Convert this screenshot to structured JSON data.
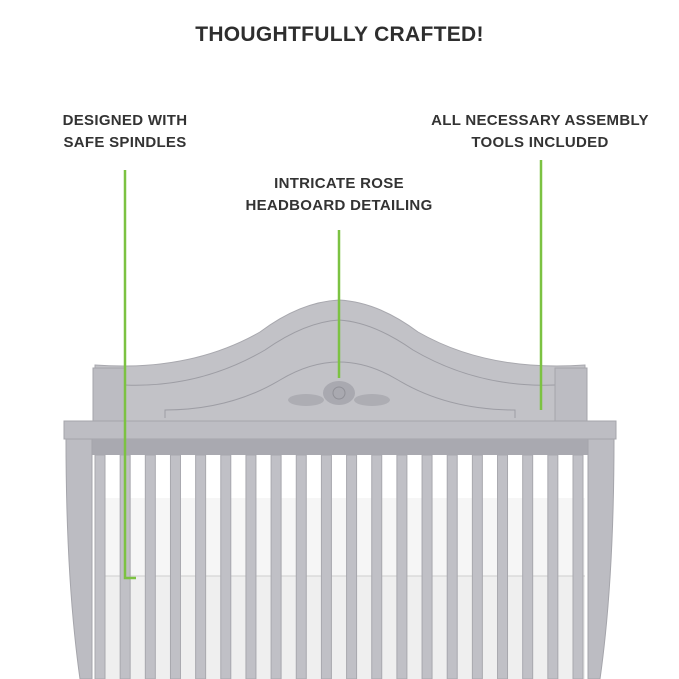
{
  "title": "THOUGHTFULLY CRAFTED!",
  "callouts": [
    {
      "line1": "DESIGNED WITH",
      "line2": "SAFE SPINDLES"
    },
    {
      "line1": "INTRICATE ROSE",
      "line2": "HEADBOARD DETAILING"
    },
    {
      "line1": "ALL NECESSARY ASSEMBLY",
      "line2": "TOOLS INCLUDED"
    }
  ],
  "colors": {
    "accent_line": "#7cc242",
    "crib": "#b9b9bf",
    "text": "#333333"
  },
  "spindle_count": 20
}
